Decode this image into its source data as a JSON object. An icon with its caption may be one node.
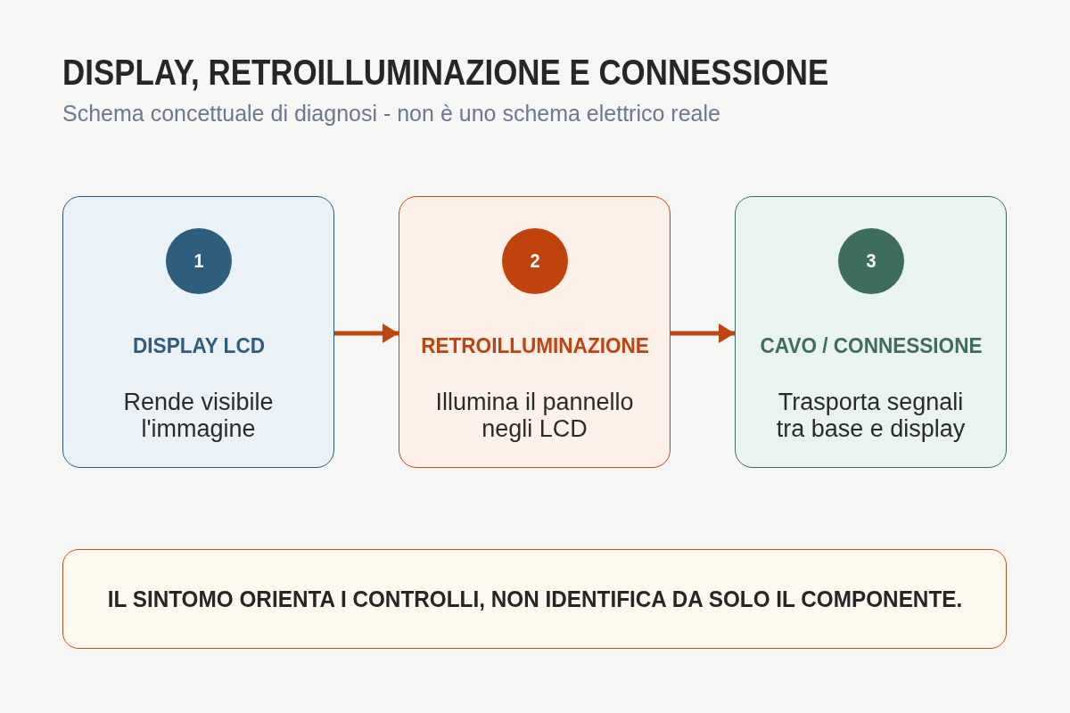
{
  "diagram": {
    "title": "DISPLAY, RETROILLUMINAZIONE E CONNESSIONE",
    "nodes": [
      {
        "text": [
          "DISPLAY LCD",
          "Rende visibile l'immagine"
        ]
      },
      {
        "text": [
          "1"
        ],
        "in": 0
      },
      {
        "text": [
          "RETROILLUMINAZIONE",
          "Illumina il pannello negli LCD"
        ]
      },
      {
        "text": [
          "2"
        ],
        "in": 2
      },
      {
        "text": [
          "CAVO / CONNESSIONE",
          "Trasporta segnali tra base e display"
        ]
      },
      {
        "text": [
          "3"
        ],
        "in": 4
      },
      {
        "text": [
          "IL SINTOMO ORIENTA I CONTROLLI, NON IDENTIFICA DA SOLO IL COMPONENTE."
        ]
      }
    ],
    "edges": [
      {
        "from": 0,
        "to": 2,
        "arrow": "to"
      },
      {
        "from": 2,
        "to": 4,
        "arrow": "to"
      }
    ],
    "labels": [
      "Schema concettuale di diagnosi - non è uno schema elettrico reale"
    ]
  }
}
